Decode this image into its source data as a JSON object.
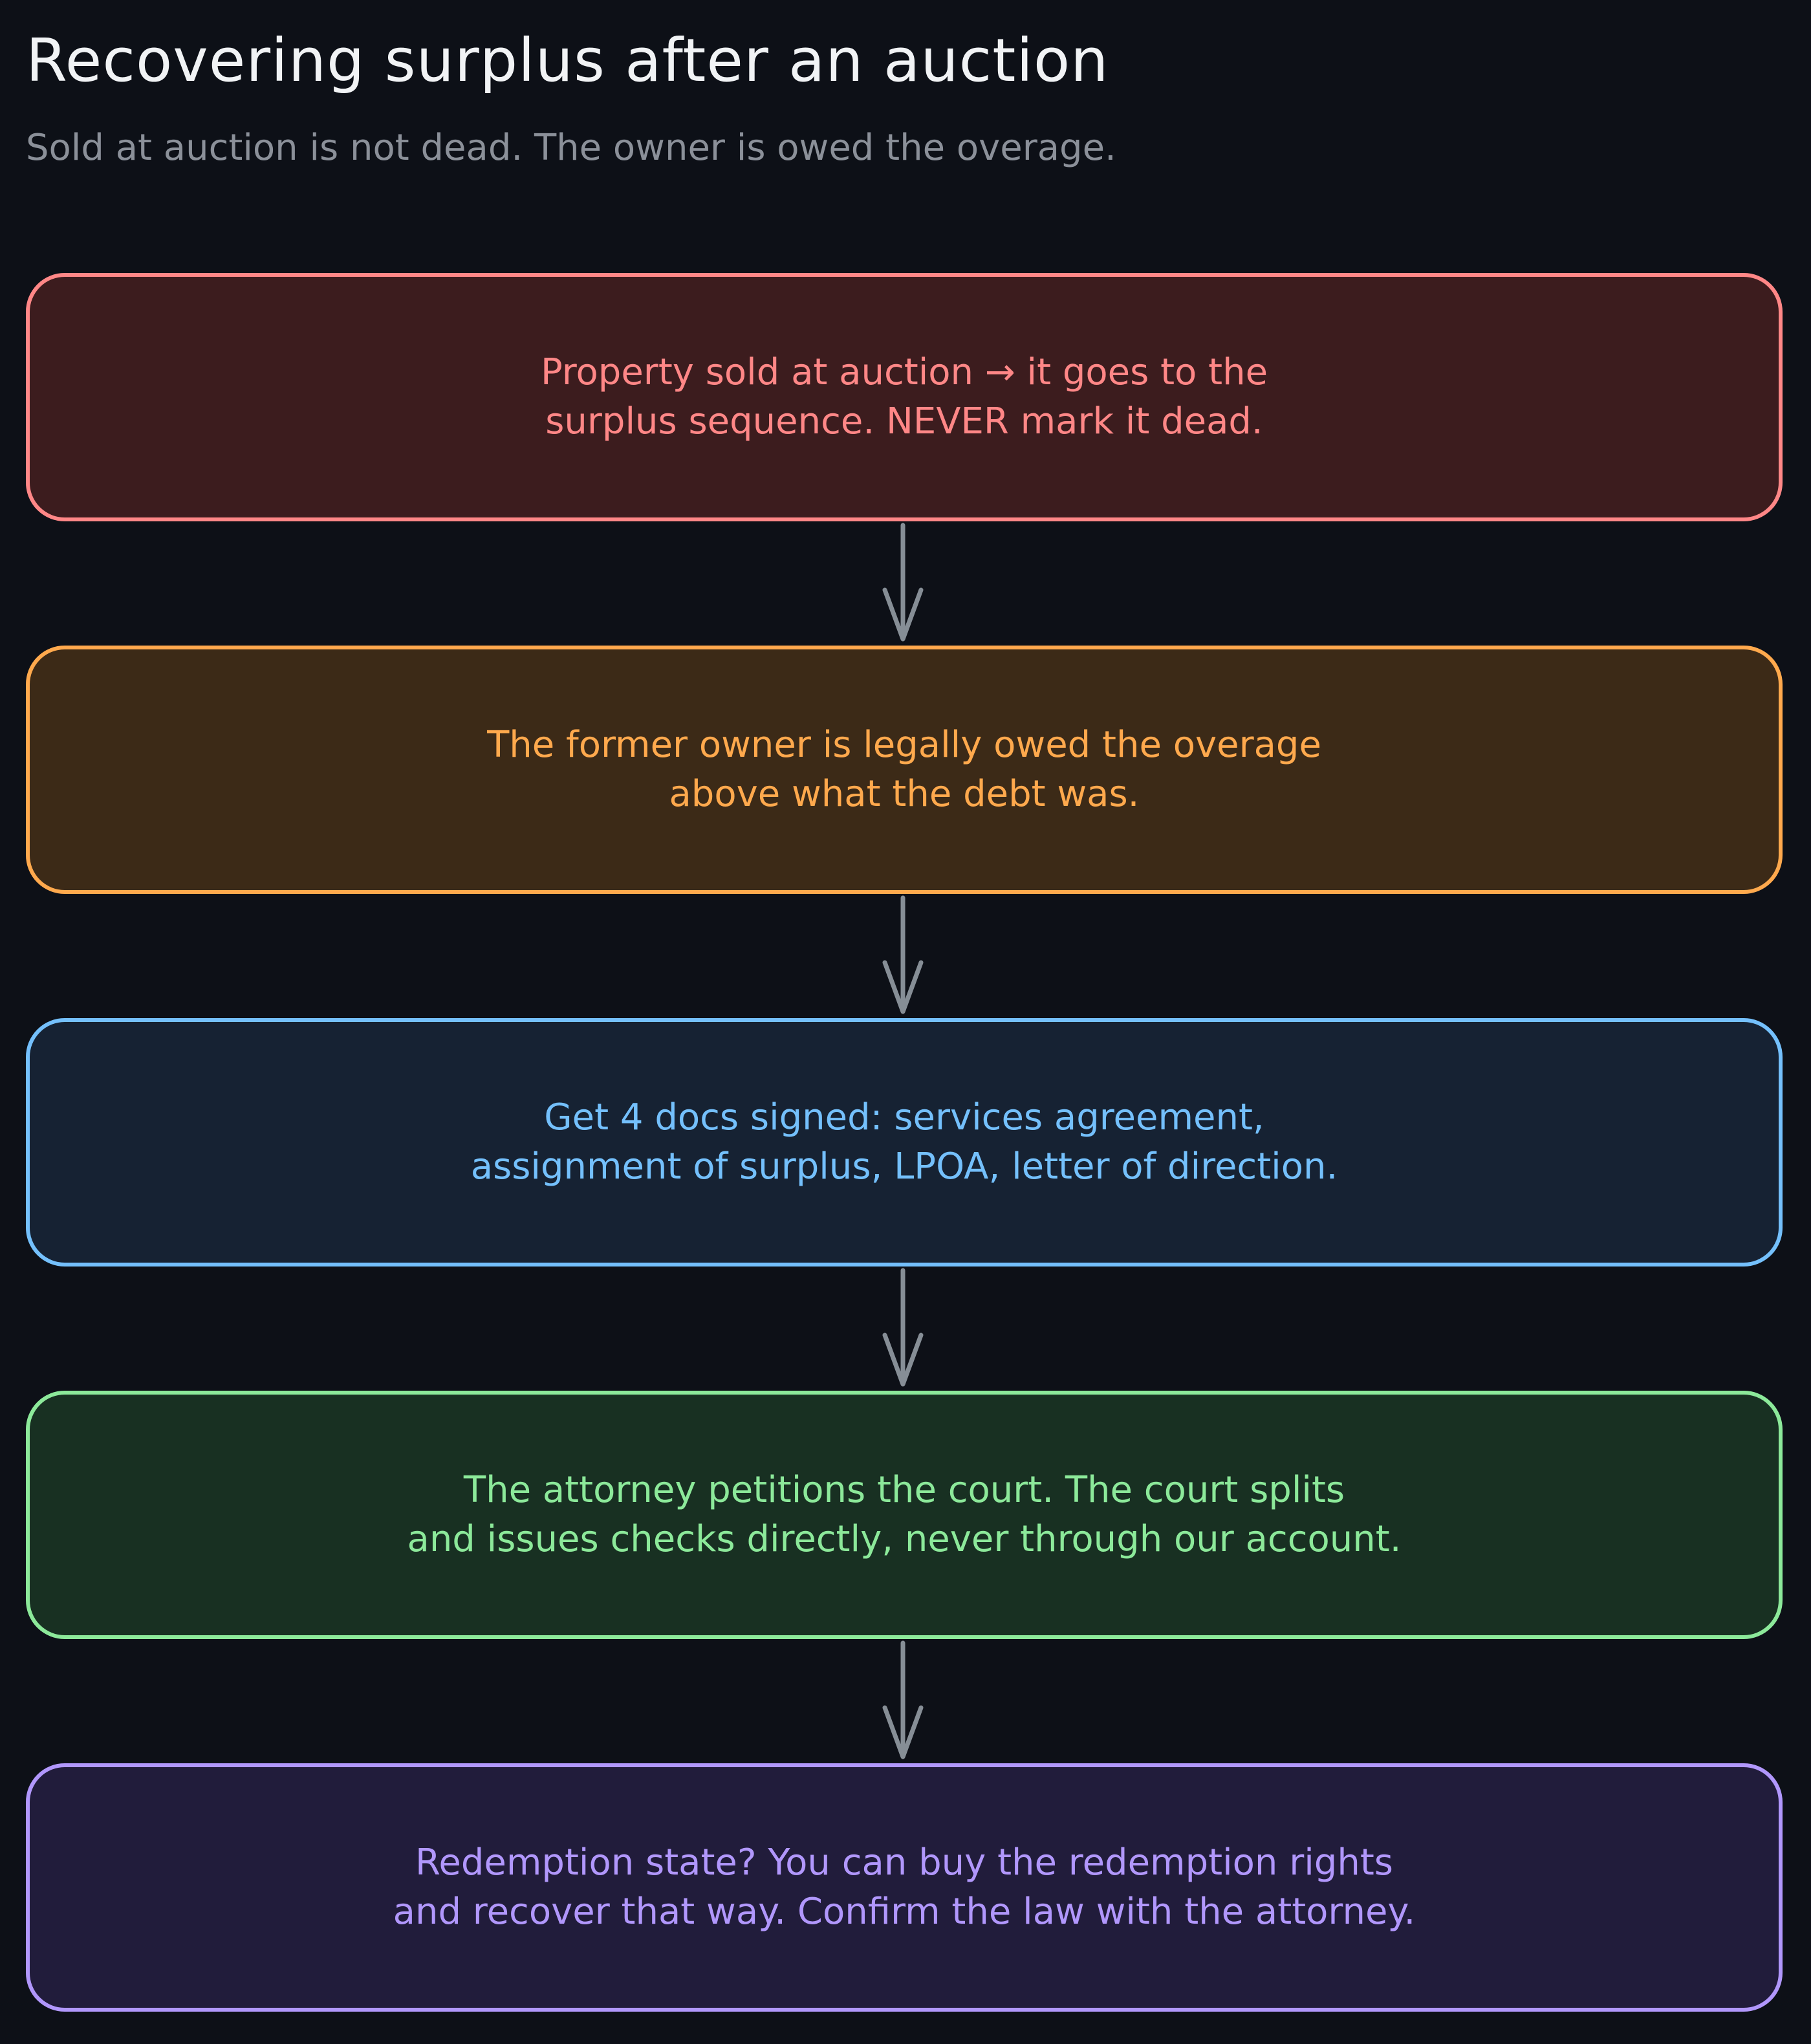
{
  "header": {
    "title": "Recovering surplus after an auction",
    "subtitle": "Sold at auction is not dead. The owner is owed the overage."
  },
  "steps": [
    {
      "text": "Property sold at auction → it goes to the\nsurplus sequence. NEVER mark it dead.",
      "color": "#ff8787",
      "fill": "#3c1c1e"
    },
    {
      "text": "The former owner is legally owed the overage\nabove what the debt was.",
      "color": "#ffa94d",
      "fill": "#3c2a17"
    },
    {
      "text": "Get 4 docs signed: services agreement,\nassignment of surplus, LPOA, letter of direction.",
      "color": "#74c0fc",
      "fill": "#162233"
    },
    {
      "text": "The attorney petitions the court. The court splits\nand issues checks directly, never through our account.",
      "color": "#8ce99a",
      "fill": "#183022"
    },
    {
      "text": "Redemption state? You can buy the redemption rights\nand recover that way. Confirm the law with the attorney.",
      "color": "#b197fc",
      "fill": "#211c3b"
    }
  ],
  "connector_color": "#868e96"
}
